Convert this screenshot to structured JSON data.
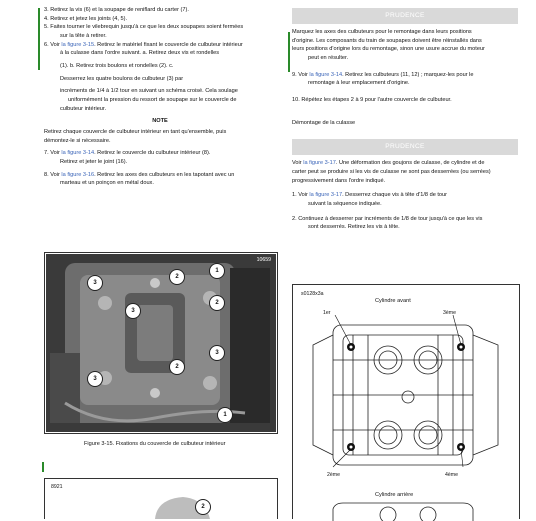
{
  "left": {
    "s3": "3. Retirez la vis (6) et la soupape de reniflard du carter (7).",
    "s4": "4. Retirez et jetez les joints (4, 5).",
    "s5a": "5. Faites tourner le vilebrequin jusqu'à ce que les deux soupapes soient fermées",
    "s5b": "sur la tête à retirer.",
    "s6a_pre": "6. Voir ",
    "s6a_link": "la figure 3-15",
    "s6a_post": ". Retirez le matériel fixant le couvercle de culbuteur intérieur",
    "s6b": "à la culasse dans l'ordre suivant. a. Retirez deux vis et rondelles",
    "s6c": "(1). b. Retirez trois boulons et rondelles (2). c.",
    "s6d": "Desserrez les quatre boulons de culbuteur (3) par",
    "s6e": "incréments de 1/4 à 1/2 tour en suivant un schéma croisé. Cela soulage",
    "s6f": "uniformément la pression du ressort de soupape sur le couvercle de",
    "s6g": "culbuteur intérieur.",
    "note_head": "NOTE",
    "note1": "Retirez chaque couvercle de culbuteur intérieur en tant qu'ensemble, puis",
    "note2": "démontez-le si nécessaire.",
    "s7_pre": "7. Voir ",
    "s7_link": "la figure 3-14",
    "s7_post": ". Retirez le couvercle du culbuteur intérieur (8).",
    "s7b": "Retirez et jeter le joint (16).",
    "s8_pre": "8. Voir ",
    "s8_link": "la figure 3-16",
    "s8_post": ". Retirez les axes des culbuteurs en les tapotant avec un",
    "s8b": "marteau et un poinçon en métal doux.",
    "fig_id": "10659",
    "fig_caption": "Figure 3-15. Fixations du couvercle de culbuteur intérieur",
    "fig2_id": "8921",
    "callouts": [
      "1",
      "2",
      "3"
    ]
  },
  "right": {
    "banner1": "PRUDENCE",
    "c1": "Marquez les axes des culbuteurs pour le remontage dans leurs positions",
    "c2": "d'origine. Les composants du train de soupapes doivent être réinstallés dans",
    "c3": "leurs positions d'origine lors du remontage, sinon une usure accrue du moteur",
    "c4": "peut en résulter.",
    "s9_pre": "9. Voir ",
    "s9_link": "la figure 3-14",
    "s9_post": ". Retirez les culbuteurs (11, 12) ; marquez-les pour le",
    "s9b": "remontage à leur emplacement d'origine.",
    "s10": "10. Répétez les étapes 2 à 9 pour l'autre couvercle de culbuteur.",
    "section": "Démontage de la culasse",
    "banner2": "PRUDENCE",
    "p1_pre": "Voir ",
    "p1_link": "la figure 3-17",
    "p1_post": ". Une déformation des goujons de culasse, de cylindre et de",
    "p2": "carter peut se produire si les vis de culasse ne sont pas desserrées (ou serrées)",
    "p3": "progressivement dans l'ordre indiqué.",
    "r1_pre": "1. Voir ",
    "r1_link": "la figure 3-17",
    "r1_post": ". Desserrez chaque vis à tête d'1/8 de tour",
    "r1b": "suivant la séquence indiquée.",
    "r2": "2. Continuez à desserrer par incréments de 1/8 de tour jusqu'à ce que les vis",
    "r2b": "sont desserrés. Retirez les vis à tête.",
    "fig_id": "s0128x3a",
    "front": "Cylindre avant",
    "rear": "Cylindre arrière",
    "l1": "1er",
    "l3": "3ème",
    "l2": "2ème",
    "l4": "4ème"
  }
}
